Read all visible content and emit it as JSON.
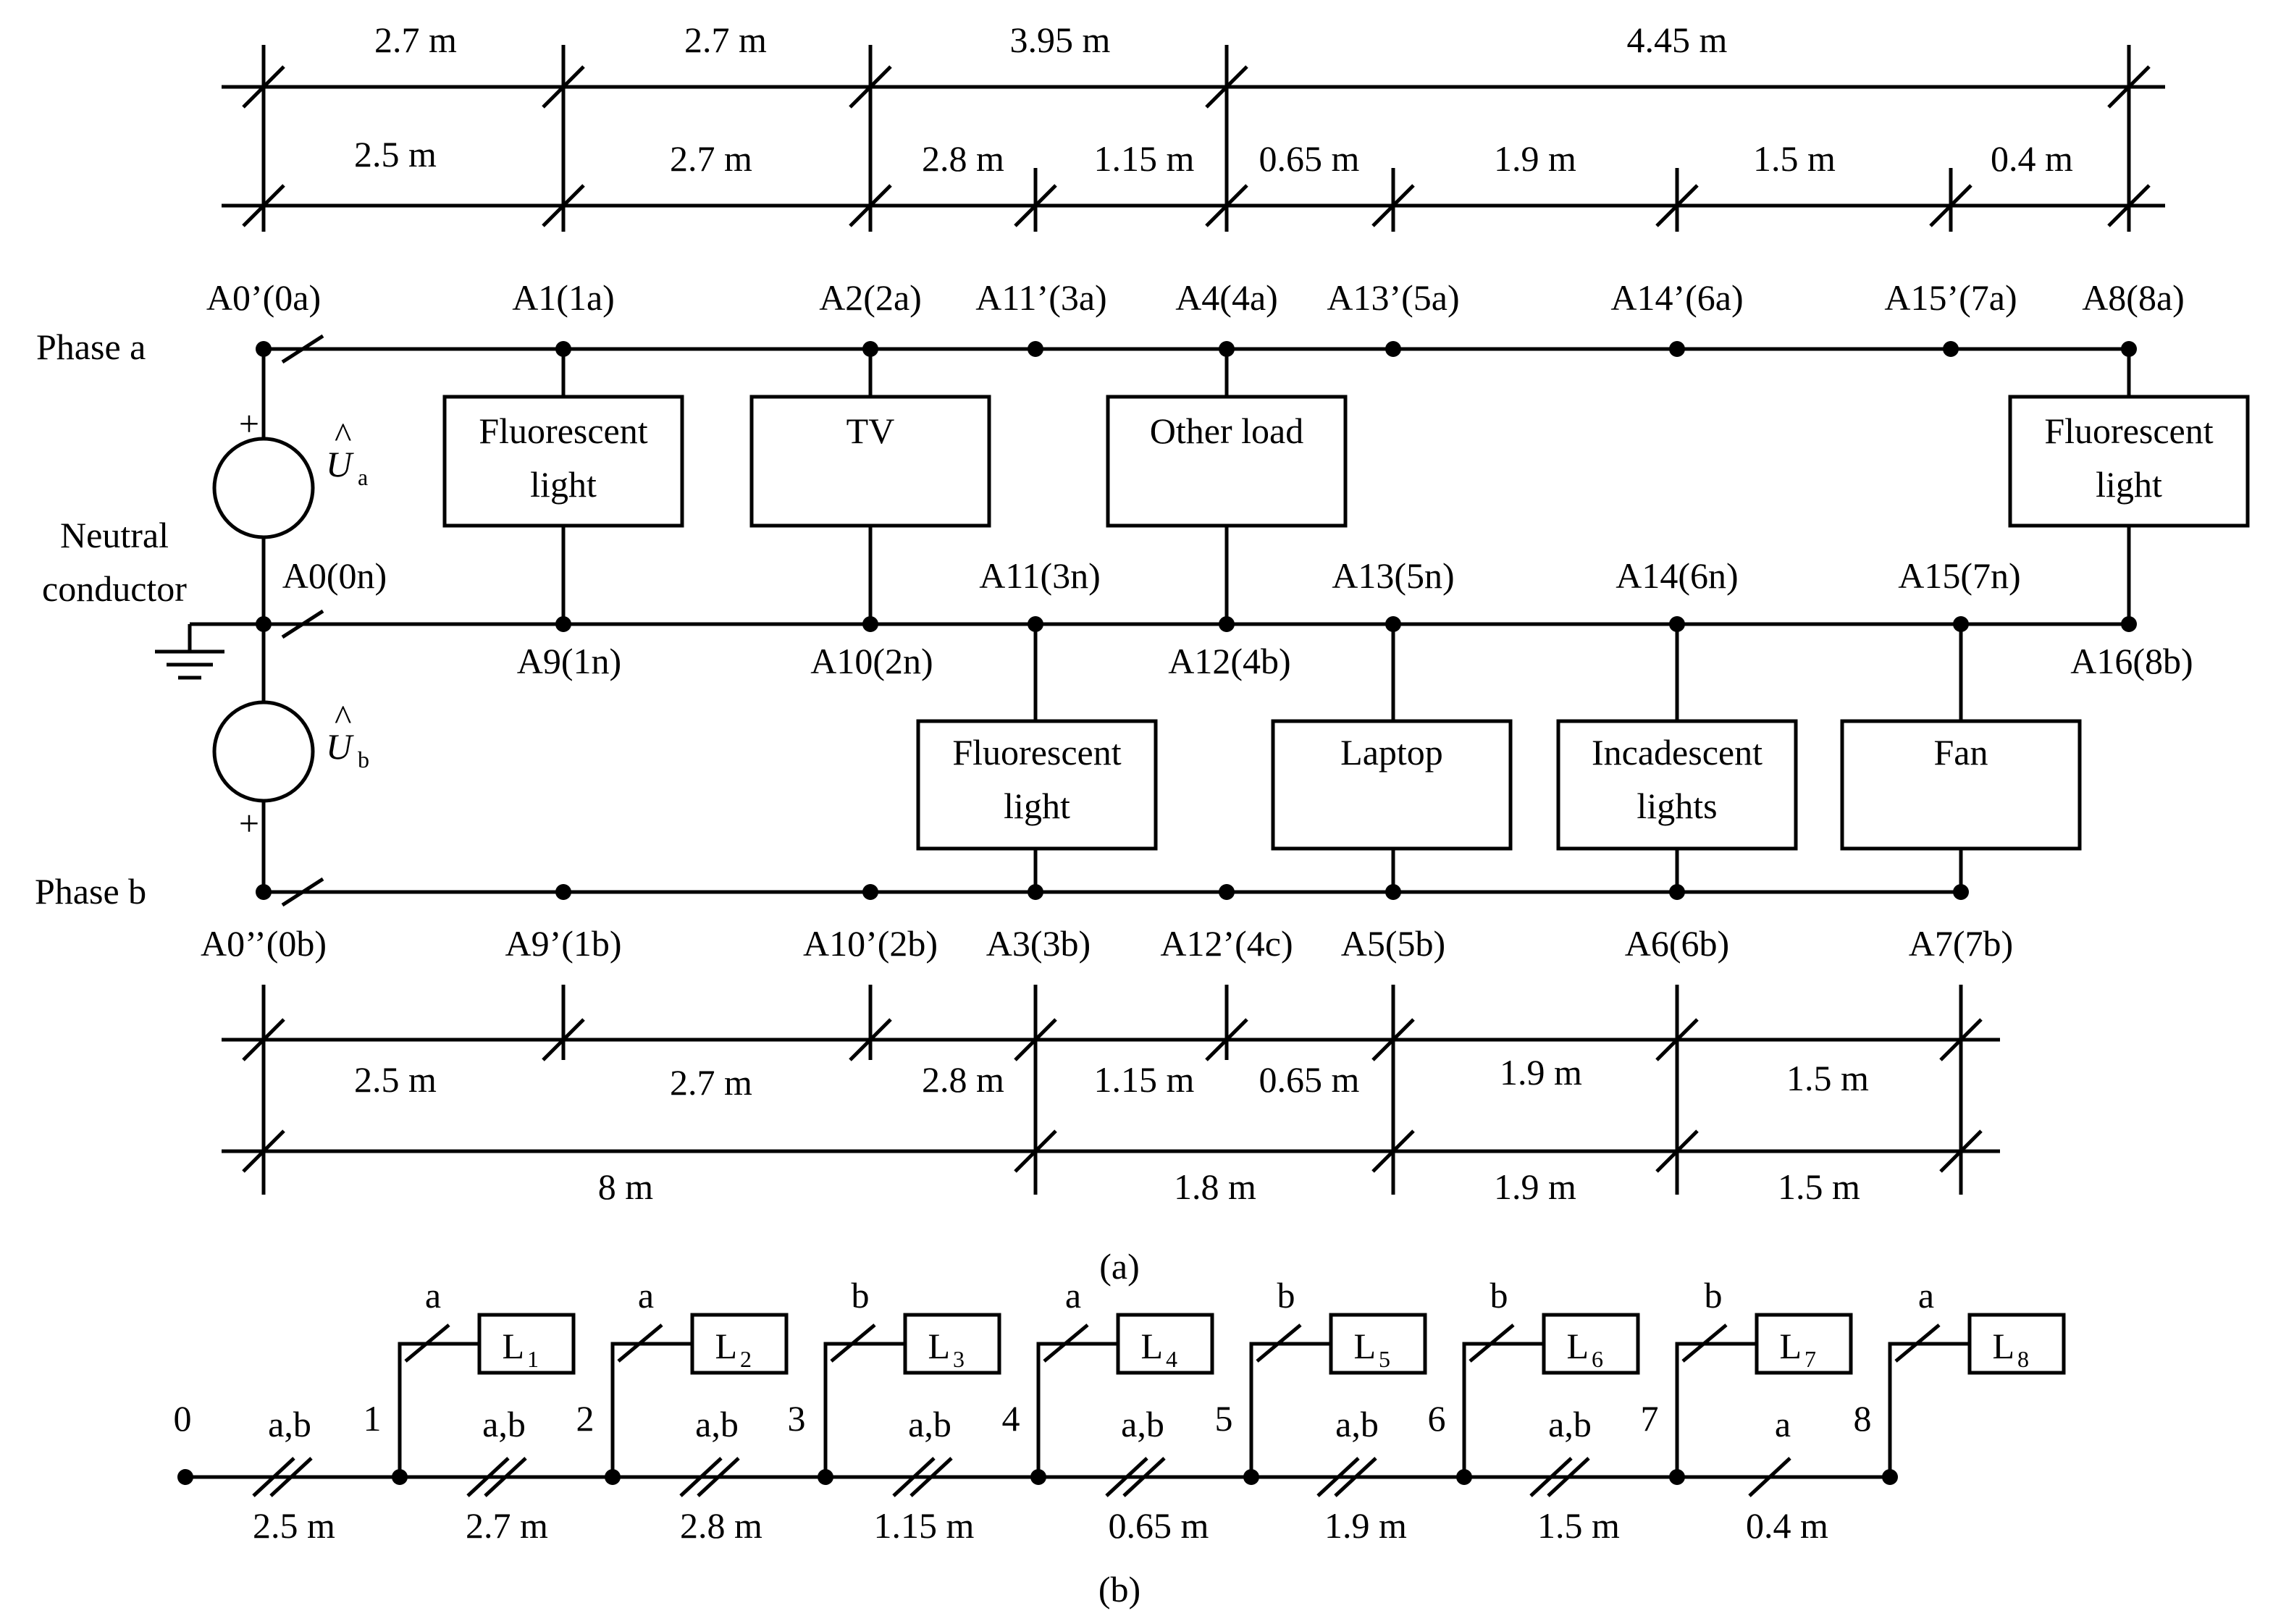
{
  "panel_a": {
    "caption": "(a)",
    "phase_a_label": "Phase a",
    "phase_b_label": "Phase b",
    "neutral_label_1": "Neutral",
    "neutral_label_2": "conductor",
    "source_a": {
      "symbol": "U",
      "sub": "a",
      "plus": "+"
    },
    "source_b": {
      "symbol": "U",
      "sub": "b",
      "plus": "+"
    },
    "dim_top_1": [
      "2.7 m",
      "2.7 m",
      "3.95 m",
      "4.45 m"
    ],
    "dim_top_2": [
      "2.5 m",
      "2.7 m",
      "2.8 m",
      "1.15 m",
      "0.65 m",
      "1.9 m",
      "1.5 m",
      "0.4 m"
    ],
    "nodes_phase_a": [
      "A0’(0a)",
      "A1(1a)",
      "A2(2a)",
      "A11’(3a)",
      "A4(4a)",
      "A13’(5a)",
      "A14’(6a)",
      "A15’(7a)",
      "A8(8a)"
    ],
    "nodes_neutral_above": [
      "A0(0n)",
      "A11(3n)",
      "A13(5n)",
      "A14(6n)",
      "A15(7n)"
    ],
    "nodes_neutral_below": [
      "A9(1n)",
      "A10(2n)",
      "A12(4b)",
      "A16(8b)"
    ],
    "nodes_phase_b": [
      "A0’’(0b)",
      "A9’(1b)",
      "A10’(2b)",
      "A3(3b)",
      "A12’(4c)",
      "A5(5b)",
      "A6(6b)",
      "A7(7b)"
    ],
    "loads_a": [
      {
        "line1": "Fluorescent",
        "line2": "light"
      },
      {
        "line1": "TV",
        "line2": ""
      },
      {
        "line1": "Other load",
        "line2": ""
      },
      {
        "line1": "Fluorescent",
        "line2": "light"
      }
    ],
    "loads_b": [
      {
        "line1": "Fluorescent",
        "line2": "light"
      },
      {
        "line1": "Laptop",
        "line2": ""
      },
      {
        "line1": "Incadescent",
        "line2": "lights"
      },
      {
        "line1": "Fan",
        "line2": ""
      }
    ],
    "dim_bottom_1": [
      "2.5 m",
      "2.7 m",
      "2.8 m",
      "1.15 m",
      "0.65 m",
      "1.9 m",
      "1.5 m"
    ],
    "dim_bottom_2": [
      "8 m",
      "1.8 m",
      "1.9 m",
      "1.5 m"
    ]
  },
  "panel_b": {
    "caption": "(b)",
    "nodes": [
      "0",
      "1",
      "2",
      "3",
      "4",
      "5",
      "6",
      "7",
      "8"
    ],
    "segment_phases": [
      "a,b",
      "a,b",
      "a,b",
      "a,b",
      "a,b",
      "a,b",
      "a,b",
      "a"
    ],
    "segment_lengths": [
      "2.5 m",
      "2.7 m",
      "2.8 m",
      "1.15 m",
      "0.65 m",
      "1.9 m",
      "1.5 m",
      "0.4 m"
    ],
    "branch_phases": [
      "a",
      "a",
      "b",
      "a",
      "b",
      "b",
      "b",
      "a"
    ],
    "loads": [
      {
        "name": "L",
        "sub": "1"
      },
      {
        "name": "L",
        "sub": "2"
      },
      {
        "name": "L",
        "sub": "3"
      },
      {
        "name": "L",
        "sub": "4"
      },
      {
        "name": "L",
        "sub": "5"
      },
      {
        "name": "L",
        "sub": "6"
      },
      {
        "name": "L",
        "sub": "7"
      },
      {
        "name": "L",
        "sub": "8"
      }
    ]
  }
}
